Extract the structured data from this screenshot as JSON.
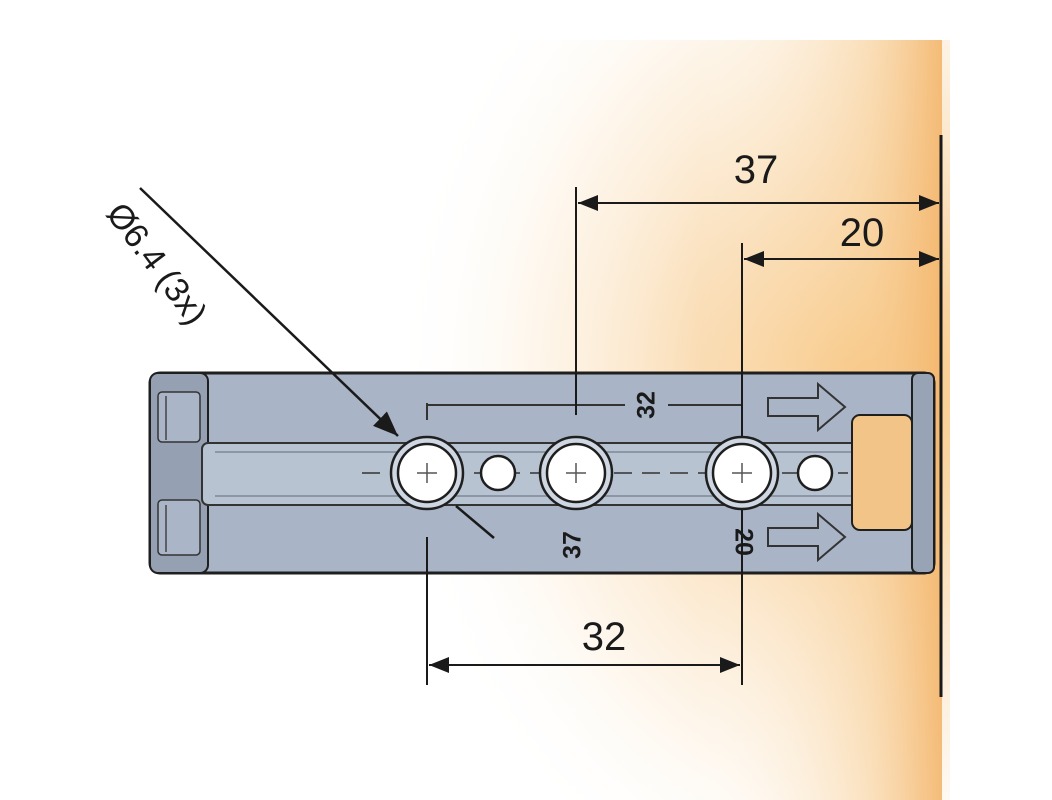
{
  "diagram": {
    "callout_label": "Ø6.4 (3x)",
    "dimensions": {
      "top_outer": "37",
      "top_inner": "20",
      "bottom": "32",
      "part_marking_top": "32",
      "part_marking_37": "37",
      "part_marking_20": "20"
    },
    "colors": {
      "plate": "#a7b3c4",
      "plate_dark": "#8e9aab",
      "outline": "#1f1f1f",
      "pad": "#f2c487",
      "glow": "#f7c98a",
      "hole_fill": "#ffffff"
    },
    "icons": [
      "arrow-right-icon",
      "arrow-right-icon"
    ]
  }
}
